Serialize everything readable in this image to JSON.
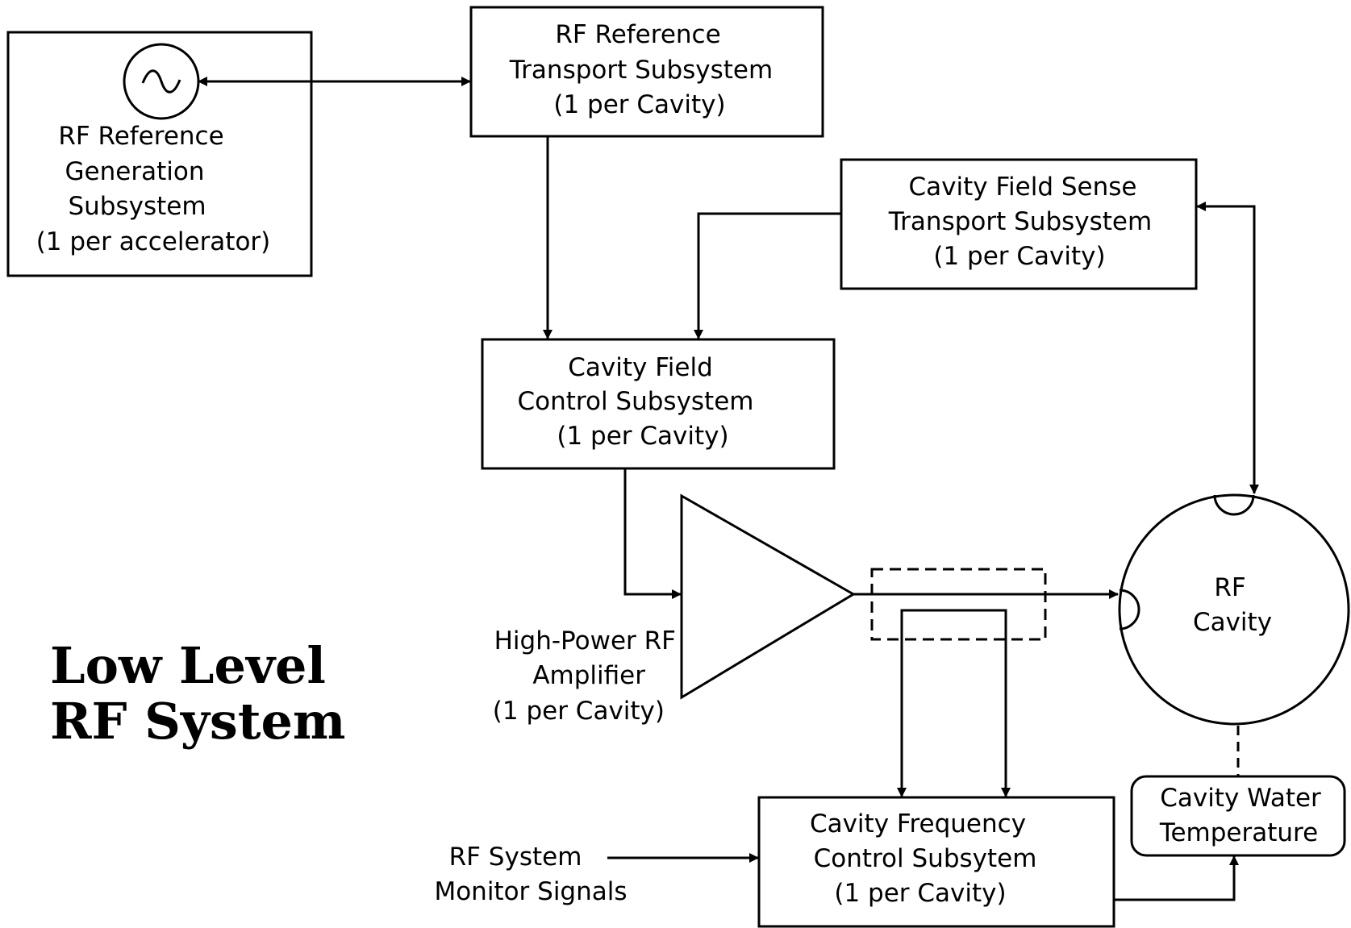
{
  "title": {
    "line1": "Low Level",
    "line2": "RF System"
  },
  "blocks": {
    "ref_generation": {
      "lines": [
        "RF Reference",
        "Generation",
        "Subsystem",
        "(1 per accelerator)"
      ],
      "icon": "sine-wave-source-icon"
    },
    "ref_transport": {
      "lines": [
        "RF Reference",
        "Transport Subsystem",
        "(1 per Cavity)"
      ]
    },
    "field_sense_transport": {
      "lines": [
        "Cavity Field Sense",
        "Transport Subsystem",
        "(1 per Cavity)"
      ]
    },
    "field_control": {
      "lines": [
        "Cavity Field",
        "Control Subsystem",
        "(1 per Cavity)"
      ]
    },
    "amplifier": {
      "lines": [
        "High-Power RF",
        "Amplifier",
        "(1 per Cavity)"
      ],
      "icon": "amplifier-triangle-icon"
    },
    "rf_cavity": {
      "lines": [
        "RF",
        "Cavity"
      ]
    },
    "water_temperature": {
      "lines": [
        "Cavity Water",
        "Temperature"
      ]
    },
    "frequency_control": {
      "lines": [
        "Cavity Frequency",
        "Control Subsytem",
        "(1 per Cavity)"
      ]
    },
    "monitor_signals": {
      "lines": [
        "RF System",
        "Monitor Signals"
      ]
    }
  }
}
